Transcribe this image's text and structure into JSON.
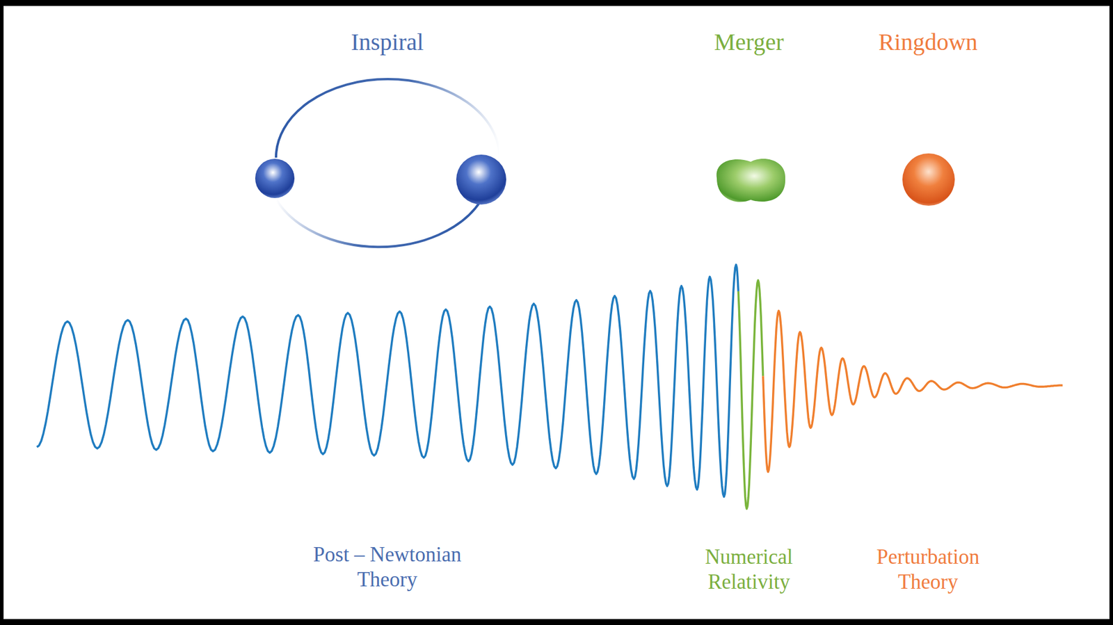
{
  "diagram": {
    "labels": [
      "Inspiral",
      "Merger",
      "Ringdown",
      "Post – Newtonian Theory",
      "Numerical Relativity",
      "Perturbation Theory"
    ]
  }
}
